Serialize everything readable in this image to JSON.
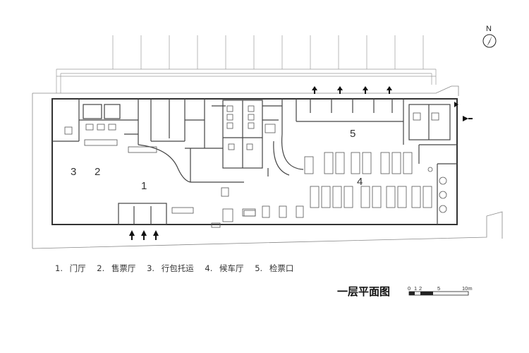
{
  "plan": {
    "title": "一层平面图",
    "north_label": "N",
    "scale_labels": [
      "0",
      "1",
      "2",
      "5",
      "10m"
    ],
    "legend": [
      {
        "num": "1.",
        "name": "门厅"
      },
      {
        "num": "2.",
        "name": "售票厅"
      },
      {
        "num": "3.",
        "name": "行包托运"
      },
      {
        "num": "4.",
        "name": "候车厅"
      },
      {
        "num": "5.",
        "name": "检票口"
      }
    ],
    "room_labels": [
      "1",
      "2",
      "3",
      "4",
      "5"
    ]
  }
}
